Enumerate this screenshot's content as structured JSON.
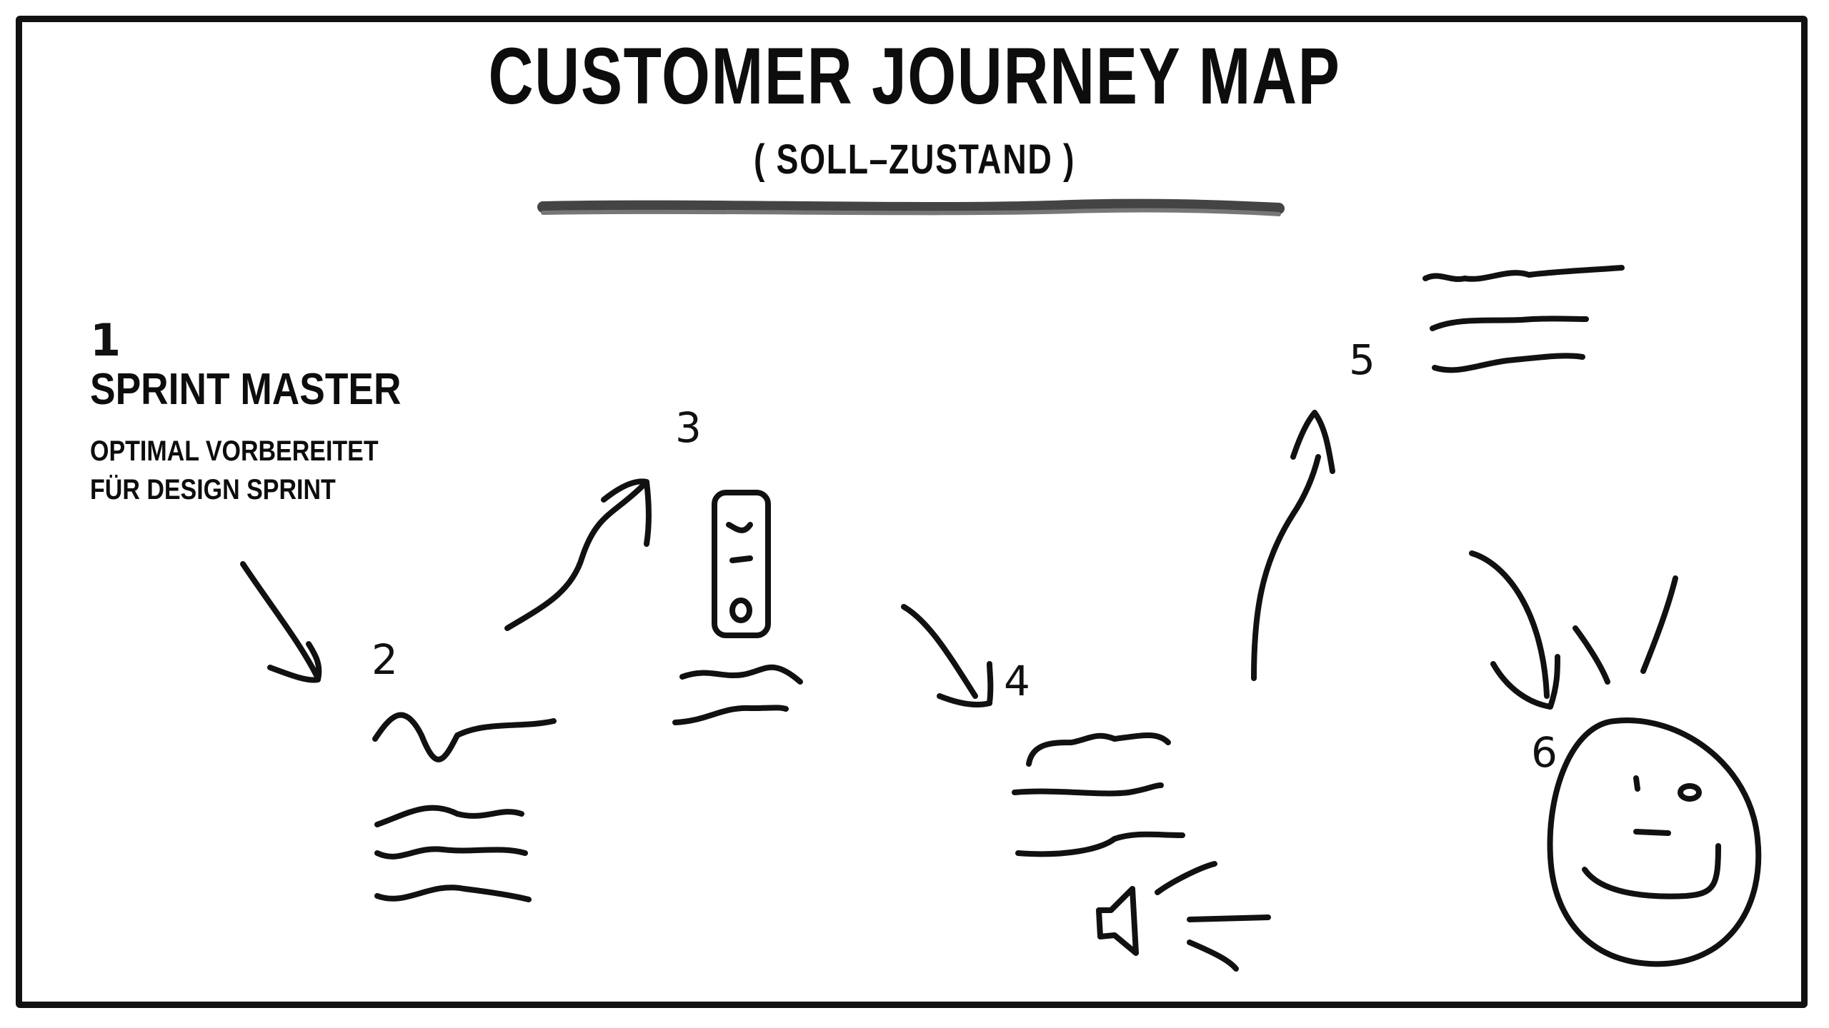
{
  "title": "CUSTOMER JOURNEY MAP",
  "subtitle": "( SOLL–ZUSTAND )",
  "steps": [
    {
      "number": "1",
      "title": "SPRINT MASTER",
      "description_line1": "OPTIMAL VORBEREITET",
      "description_line2": "FÜR DESIGN SPRINT"
    },
    {
      "number": "2"
    },
    {
      "number": "3"
    },
    {
      "number": "4"
    },
    {
      "number": "5"
    },
    {
      "number": "6"
    }
  ]
}
